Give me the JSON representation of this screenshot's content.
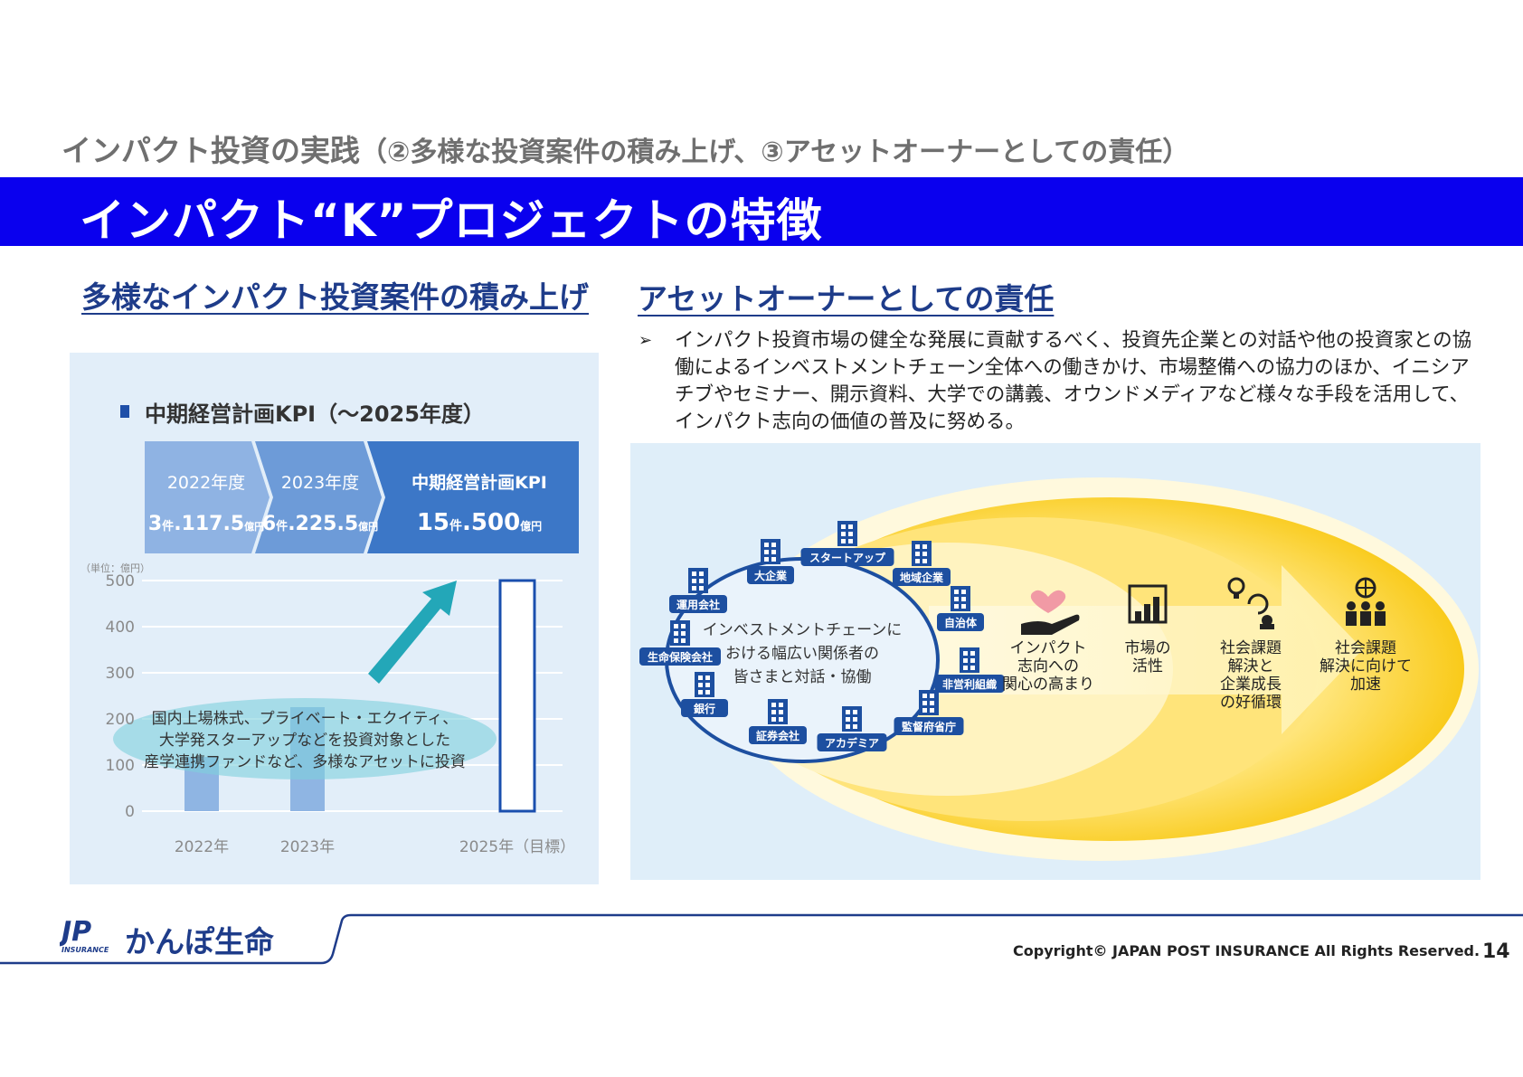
{
  "header": {
    "title_main": "インパクト投資の実践",
    "title_paren": "（②多様な投資案件の積み上げ、③アセットオーナーとしての責任）",
    "band_title": "インパクト“K”プロジェクトの特徴",
    "band_color": "#0a00ee"
  },
  "left_section": {
    "heading": "多様なインパクト投資案件の積み上げ",
    "kpi_title": "中期経営計画KPI（～2025年度）",
    "kpi_steps": [
      {
        "year": "2022年度",
        "count": "3",
        "count_unit": "件",
        "amount": "117.5",
        "amount_unit": "億円"
      },
      {
        "year": "2023年度",
        "count": "6",
        "count_unit": "件",
        "amount": "225.5",
        "amount_unit": "億円"
      },
      {
        "year": "中期経営計画KPI",
        "count": "15",
        "count_unit": "件",
        "amount": "500",
        "amount_unit": "億円"
      }
    ],
    "callout_lines": [
      "国内上場株式、プライベート・エクイティ、",
      "大学発スターアップなどを投資対象とした",
      "産学連携ファンドなど、多様なアセットに投資"
    ]
  },
  "chart_data": {
    "type": "bar",
    "unit_label": "（単位：億円）",
    "categories": [
      "2022年",
      "2023年",
      "2025年（目標）"
    ],
    "values": [
      117.5,
      225.5,
      500
    ],
    "yticks": [
      0,
      100,
      200,
      300,
      400,
      500
    ],
    "ylim": [
      0,
      500
    ],
    "grid": true,
    "colors": {
      "actual": "#8fb5e3",
      "target_fill": "#ffffff",
      "target_border": "#1a4fae",
      "arrow": "#23a7b8"
    }
  },
  "right_section": {
    "heading": "アセットオーナーとしての責任",
    "bullet_mark": "➢",
    "bullet": "インパクト投資市場の健全な発展に貢献するべく、投資先企業との対話や他の投資家との協働によるインベストメントチェーン全体への働きかけ、市場整備への協力のほか、イニシアチブやセミナー、開示資料、大学での講義、オウンドメディアなど様々な手段を活用して、インパクト志向の価値の普及に努める。",
    "cycle_center": [
      "インベストメントチェーンに",
      "おける幅広い関係者の",
      "皆さまと対話・協働"
    ],
    "cycle_nodes": [
      "大企業",
      "スタートアップ",
      "地域企業",
      "自治体",
      "非営利組織",
      "監督府省庁",
      "アカデミア",
      "証券会社",
      "銀行",
      "生命保険会社",
      "運用会社"
    ],
    "outcomes": [
      {
        "icon": "heart-hand-icon",
        "lines": [
          "インパクト",
          "志向への",
          "関心の高まり"
        ]
      },
      {
        "icon": "bar-chart-icon",
        "lines": [
          "市場の",
          "活性"
        ]
      },
      {
        "icon": "cycle-icon",
        "lines": [
          "社会課題",
          "解決と",
          "企業成長",
          "の好循環"
        ]
      },
      {
        "icon": "people-icon",
        "lines": [
          "社会課題",
          "解決に向けて",
          "加速"
        ]
      }
    ]
  },
  "footer": {
    "logo_mark": "JP",
    "logo_sub": "INSURANCE",
    "brand": "かんぽ生命",
    "copyright": "Copyright© JAPAN POST INSURANCE All Rights Reserved.",
    "page": "14"
  }
}
